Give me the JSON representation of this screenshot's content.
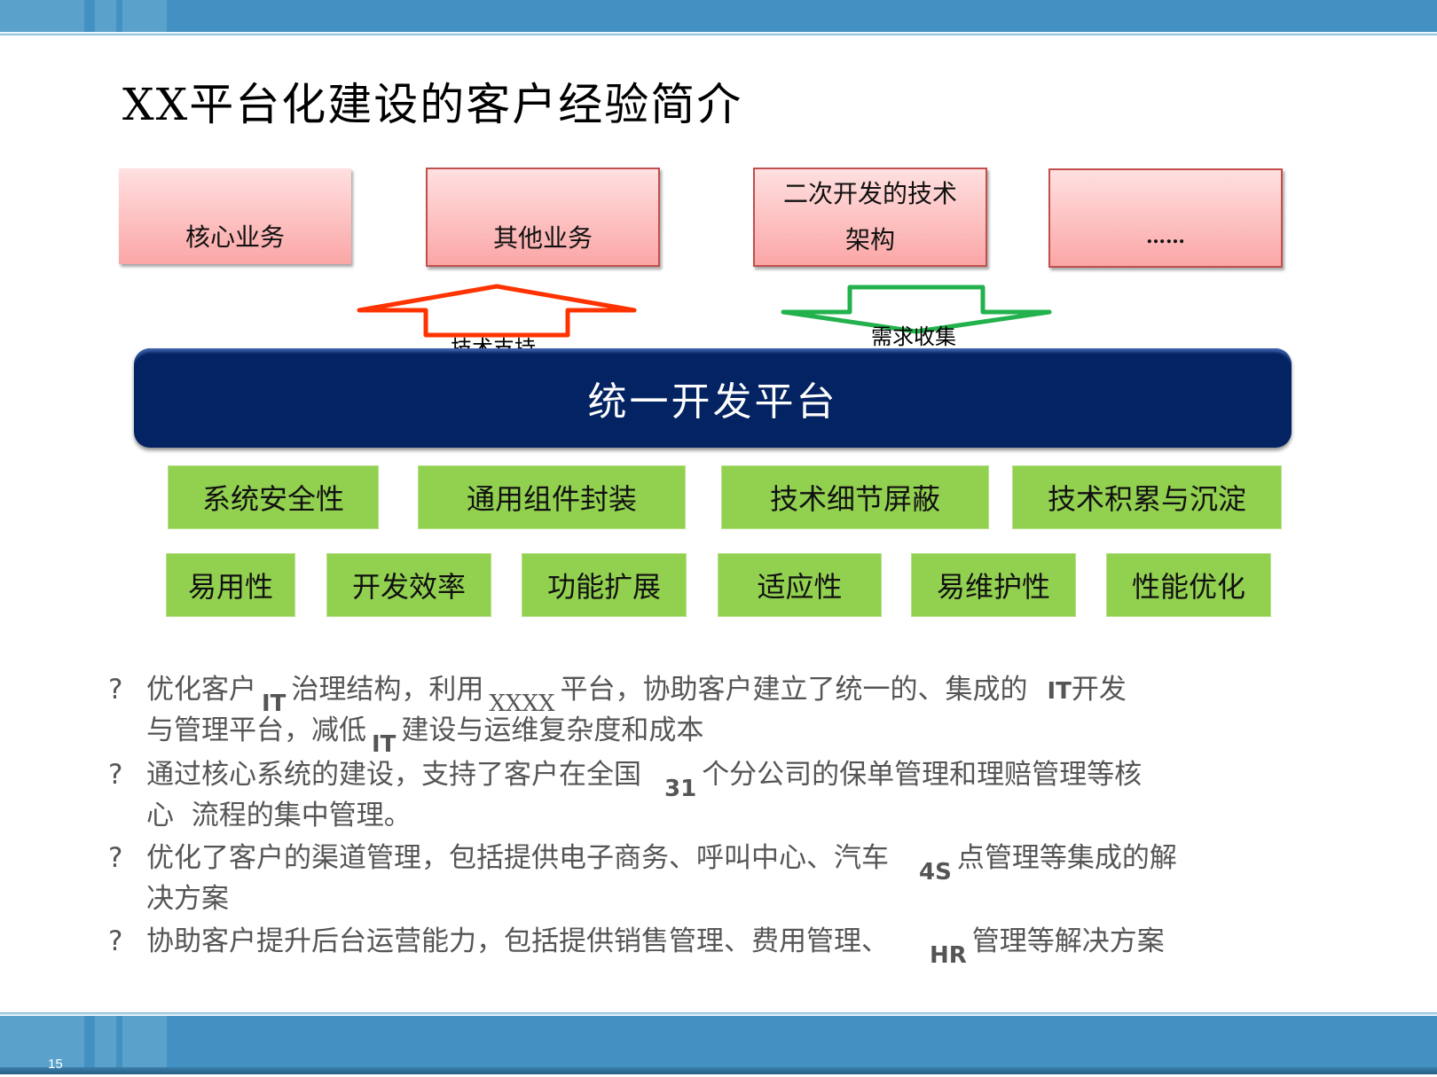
{
  "slide": {
    "title": "XX平台化建设的客户经验简介",
    "page_number": "15"
  },
  "top_boxes": [
    {
      "label": "核心业务"
    },
    {
      "label": "其他业务"
    },
    {
      "label_line1": "二次开发的技术",
      "label_line2": "架构"
    },
    {
      "label": "……"
    }
  ],
  "arrows": {
    "up": {
      "label": "技术支持",
      "color": "#ff3300"
    },
    "down": {
      "label": "需求收集",
      "color": "#22b14c"
    }
  },
  "platform": {
    "label": "统一开发平台",
    "color": "#032362"
  },
  "features_row1": [
    {
      "label": "系统安全性"
    },
    {
      "label": "通用组件封装"
    },
    {
      "label": "技术细节屏蔽"
    },
    {
      "label": "技术积累与沉淀"
    }
  ],
  "features_row2": [
    {
      "label": "易用性"
    },
    {
      "label": "开发效率"
    },
    {
      "label": "功能扩展"
    },
    {
      "label": "适应性"
    },
    {
      "label": "易维护性"
    },
    {
      "label": "性能优化"
    }
  ],
  "colors": {
    "header_band": "#4391c3",
    "pink_box_top": "#ffe0e0",
    "pink_box_bottom": "#fba6a6",
    "green_box": "#92d050"
  },
  "bullets": [
    {
      "marker": "?",
      "p1": "优化客户",
      "s1": "IT",
      "p2": "治理结构，利用",
      "s2": "XXXX",
      "p3": "平台，协助客户建立了统一的、集成的",
      "s3": "IT",
      "p4": "开发",
      "line2a": "与管理平台，减低",
      "s4": "IT",
      "line2b": "建设与运维复杂度和成本"
    },
    {
      "marker": "?",
      "p1": "通过核心系统的建设，支持了客户在全国",
      "s1": "31",
      "p2": "个分公司的保单管理和理赔管理等核",
      "line2": "心  流程的集中管理。"
    },
    {
      "marker": "?",
      "p1": "优化了客户的渠道管理，包括提供电子商务、呼叫中心、汽车",
      "s1": "4S",
      "p2": "点管理等集成的解",
      "line2": "决方案"
    },
    {
      "marker": "?",
      "p1": "协助客户提升后台运营能力，包括提供销售管理、费用管理、",
      "s1": "HR",
      "p2": "管理等解决方案"
    }
  ]
}
